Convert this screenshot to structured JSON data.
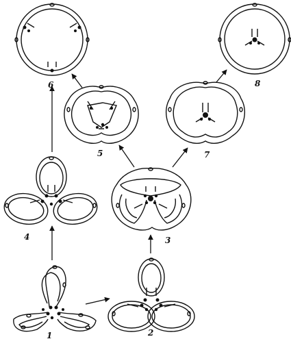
{
  "diagram": {
    "stage_labels": {
      "s1": "1",
      "s2": "2",
      "s3": "3",
      "s4": "4",
      "s5": "5",
      "s6": "6",
      "s7": "7",
      "s8": "8"
    }
  }
}
